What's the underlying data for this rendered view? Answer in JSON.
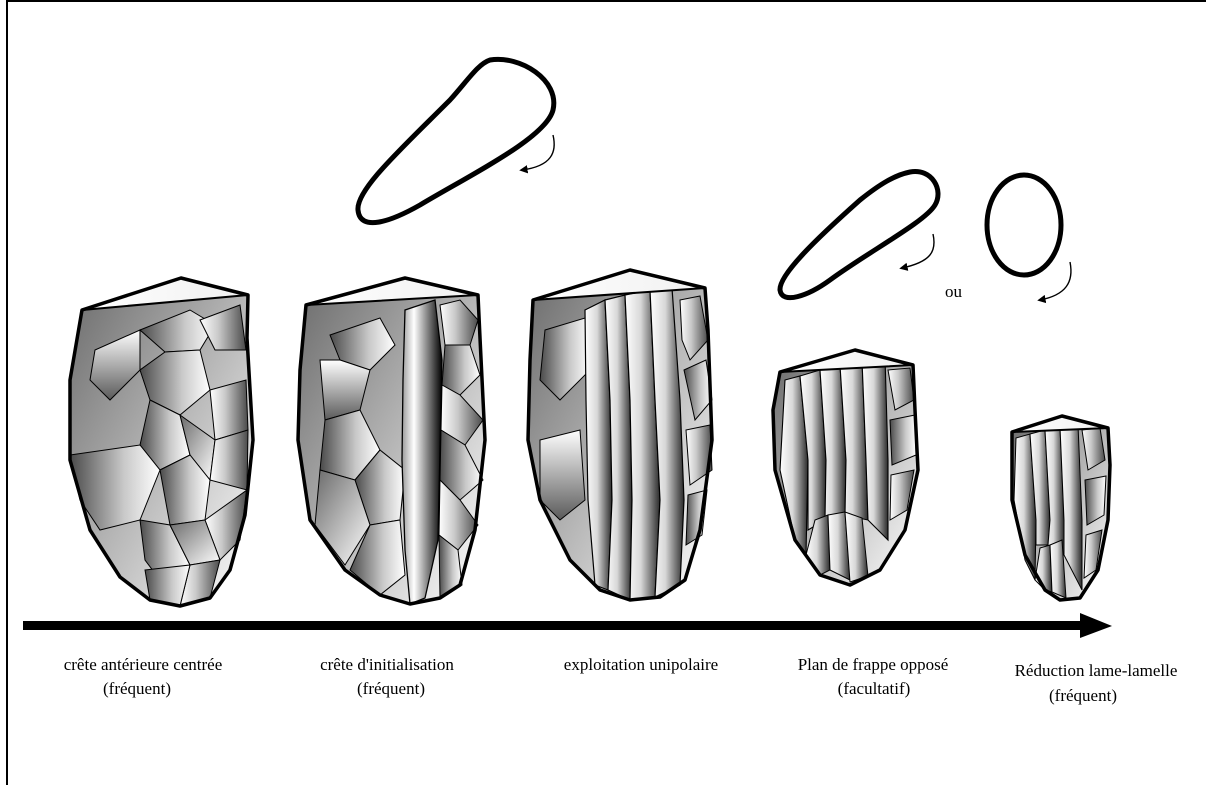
{
  "stages": [
    {
      "line1": "crête antérieure centrée",
      "line2": "(fréquent)"
    },
    {
      "line1": "crête d'initialisation",
      "line2": "(fréquent)"
    },
    {
      "line1": "exploitation unipolaire",
      "line2": ""
    },
    {
      "line1": "Plan de frappe opposé",
      "line2": "(facultatif)"
    },
    {
      "line1": "Réduction lame-lamelle",
      "line2": "(fréquent)"
    }
  ],
  "connector": "ou"
}
